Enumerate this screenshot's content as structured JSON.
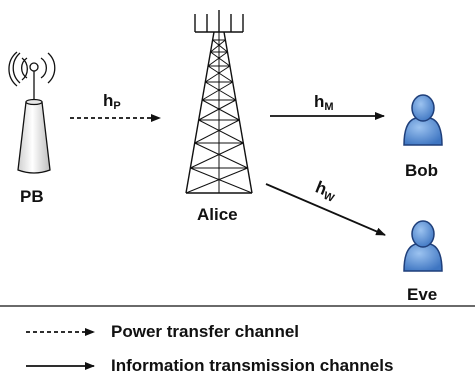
{
  "nodes": {
    "pb": "PB",
    "alice": "Alice",
    "bob": "Bob",
    "eve": "Eve"
  },
  "channels": {
    "h_p": {
      "base": "h",
      "sub": "P"
    },
    "h_m": {
      "base": "h",
      "sub": "M"
    },
    "h_w": {
      "base": "h",
      "sub": "W"
    }
  },
  "legend": {
    "power_transfer": "Power transfer channel",
    "information": "Information transmission channels"
  },
  "colors": {
    "ink": "#111111",
    "user_fill": "#5f93d6",
    "user_stroke": "#1f3f7a"
  },
  "icons": {
    "pb": "power-beacon-icon",
    "alice": "cell-tower-icon",
    "bob": "user-icon",
    "eve": "user-icon"
  }
}
